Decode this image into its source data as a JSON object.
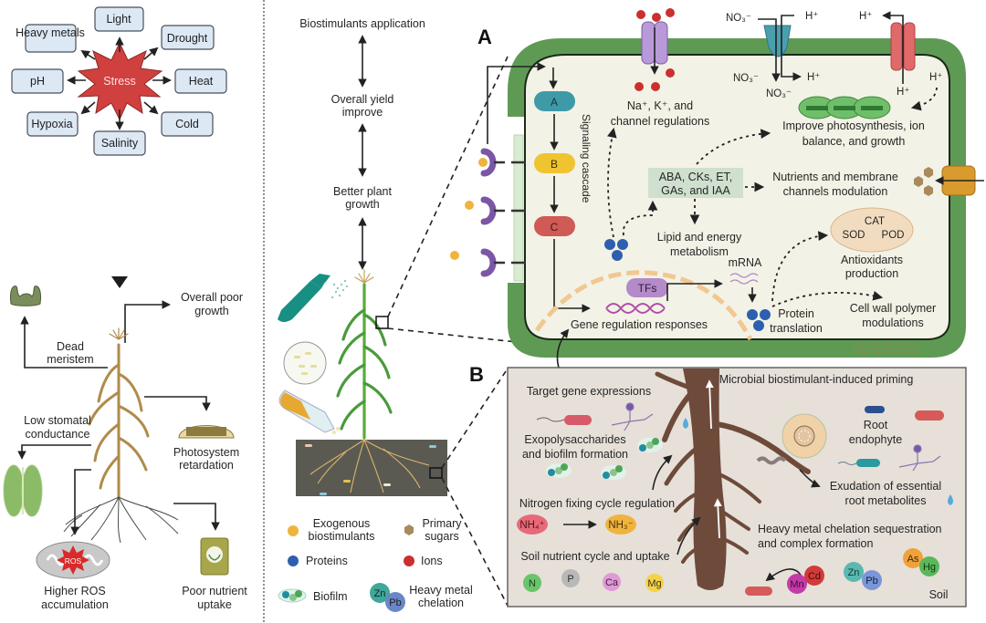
{
  "left_panel": {
    "stress_center": "Stress",
    "stressors": [
      "Light",
      "Drought",
      "Heat",
      "Cold",
      "Salinity",
      "Hypoxia",
      "pH",
      "Heavy metals"
    ],
    "effects": {
      "overall_poor_growth": [
        "Overall poor",
        "growth"
      ],
      "dead_meristem": [
        "Dead",
        "meristem"
      ],
      "low_stomatal": [
        "Low stomatal",
        "conductance"
      ],
      "photosystem": [
        "Photosystem",
        "retardation"
      ],
      "ros": [
        "Higher ROS",
        "accumulation"
      ],
      "ros_badge": "ROS",
      "poor_nutrient": [
        "Poor nutrient",
        "uptake"
      ]
    }
  },
  "middle_panel": {
    "chain": [
      [
        "Biostimulants application"
      ],
      [
        "Overall yield",
        "improve"
      ],
      [
        "Better plant",
        "growth"
      ]
    ],
    "legend": [
      {
        "label": [
          "Exogenous",
          "biostimulants"
        ],
        "color": "#f0b33c",
        "shape": "circle"
      },
      {
        "label": [
          "Primary",
          "sugars"
        ],
        "color": "#a88a5c",
        "shape": "hexagon"
      },
      {
        "label": [
          "Proteins"
        ],
        "color": "#2e5fae",
        "shape": "circle"
      },
      {
        "label": [
          "Ions"
        ],
        "color": "#cc2f2f",
        "shape": "circle"
      },
      {
        "label": [
          "Biofilm"
        ],
        "color": "#3aa6a0",
        "shape": "biofilm"
      },
      {
        "label": [
          "Heavy metal",
          "chelation"
        ],
        "shape": "metals",
        "metals": [
          "Zn",
          "Pb"
        ]
      }
    ]
  },
  "panel_a": {
    "letter": "A",
    "cascade": {
      "nodes": [
        "A",
        "B",
        "C"
      ],
      "label": "Signaling cascade"
    },
    "ion_channel": [
      "Na⁺, K⁺, and",
      "channel regulations"
    ],
    "nitrate": {
      "no3": "NO₃⁻",
      "h": "H⁺"
    },
    "photosynthesis": [
      "Improve photosynthesis, ion",
      "balance, and growth"
    ],
    "hormones": [
      "ABA, CKs, ET,",
      "GAs, and IAA"
    ],
    "nutrients": [
      "Nutrients and membrane",
      "channels modulation"
    ],
    "lipid": [
      "Lipid and energy",
      "metabolism"
    ],
    "antioxidants": {
      "enzymes": [
        "CAT",
        "SOD",
        "POD"
      ],
      "label": [
        "Antioxidants",
        "production"
      ]
    },
    "mrna": "mRNA",
    "tfs": "TFs",
    "gene_regulation": "Gene regulation responses",
    "protein_translation": [
      "Protein",
      "translation"
    ],
    "cell_wall": [
      "Cell wall polymer",
      "modulations"
    ]
  },
  "panel_b": {
    "letter": "B",
    "title": "Microbial biostimulant-induced priming",
    "target_gene": "Target gene expressions",
    "exopoly": [
      "Exopolysaccharides",
      "and biofilm formation"
    ],
    "root_endophyte": [
      "Root",
      "endophyte"
    ],
    "exudation": [
      "Exudation of essential",
      "root metabolites"
    ],
    "nitrogen": "Nitrogen fixing cycle regulation",
    "nh4": "NH₄⁺",
    "nh3": "NH₃⁻",
    "soil_nutrient": "Soil nutrient cycle and uptake",
    "nutrients": [
      "N",
      "P",
      "Ca",
      "Mg"
    ],
    "heavy_metal": [
      "Heavy metal chelation sequestration",
      "and complex formation"
    ],
    "metals": [
      "Mn",
      "Cd",
      "Zn",
      "Pb",
      "As",
      "Hg"
    ],
    "soil": "Soil"
  },
  "colors": {
    "stress_star": "#d0403f",
    "stress_box": "#dde8f5",
    "cell_wall": "#5f9a55",
    "cytoplasm": "#f3f2e6",
    "node_a": "#3f9aa8",
    "node_b": "#f0c330",
    "node_c": "#cf5a56",
    "receptor": "#7b56a6",
    "root": "#6e4a3a",
    "panel_b_bg": "#e6e0d9",
    "hormone_box": "#cfe0cf"
  }
}
